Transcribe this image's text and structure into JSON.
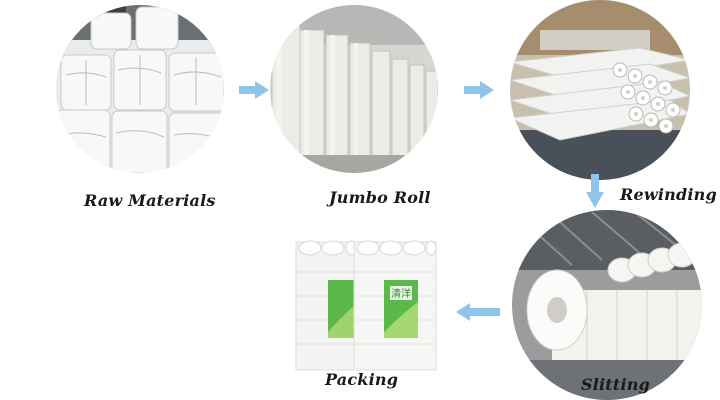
{
  "steps": {
    "raw": "Raw Materials",
    "jumbo": "Jumbo Roll",
    "rewind": "Rewinding",
    "slit": "Slitting",
    "pack": "Packing"
  },
  "package_brand": "清洋",
  "colors": {
    "arrow": "#8fc3ea",
    "label": "#1a1a1a",
    "package_green": "#3fae3a"
  }
}
